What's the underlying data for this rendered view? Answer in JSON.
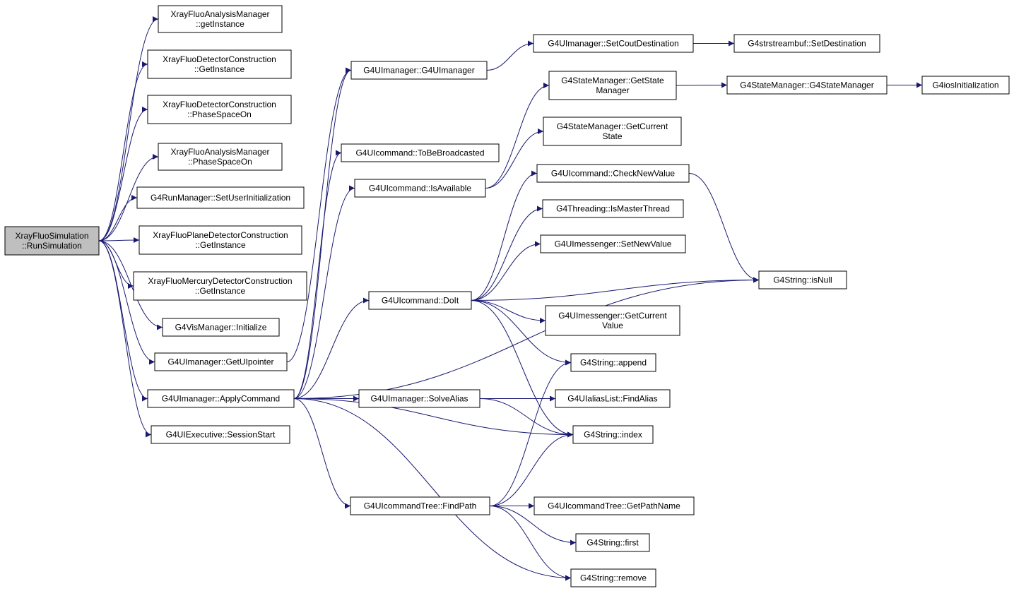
{
  "graph": {
    "root": "n0",
    "nodes": [
      {
        "id": "n0",
        "lines": [
          "XrayFluoSimulation",
          "::RunSimulation"
        ]
      },
      {
        "id": "n1",
        "lines": [
          "XrayFluoAnalysisManager",
          "::getInstance"
        ]
      },
      {
        "id": "n2",
        "lines": [
          "XrayFluoDetectorConstruction",
          "::GetInstance"
        ]
      },
      {
        "id": "n3",
        "lines": [
          "XrayFluoDetectorConstruction",
          "::PhaseSpaceOn"
        ]
      },
      {
        "id": "n4",
        "lines": [
          "XrayFluoAnalysisManager",
          "::PhaseSpaceOn"
        ]
      },
      {
        "id": "n5",
        "lines": [
          "G4RunManager::SetUserInitialization"
        ]
      },
      {
        "id": "n6",
        "lines": [
          "XrayFluoPlaneDetectorConstruction",
          "::GetInstance"
        ]
      },
      {
        "id": "n7",
        "lines": [
          "XrayFluoMercuryDetectorConstruction",
          "::GetInstance"
        ]
      },
      {
        "id": "n8",
        "lines": [
          "G4VisManager::Initialize"
        ]
      },
      {
        "id": "n9",
        "lines": [
          "G4UImanager::GetUIpointer"
        ]
      },
      {
        "id": "n10",
        "lines": [
          "G4UImanager::ApplyCommand"
        ]
      },
      {
        "id": "n11",
        "lines": [
          "G4UIExecutive::SessionStart"
        ]
      },
      {
        "id": "n12",
        "lines": [
          "G4UImanager::G4UImanager"
        ]
      },
      {
        "id": "n13",
        "lines": [
          "G4UIcommand::ToBeBroadcasted"
        ]
      },
      {
        "id": "n14",
        "lines": [
          "G4UIcommand::IsAvailable"
        ]
      },
      {
        "id": "n15",
        "lines": [
          "G4UIcommand::DoIt"
        ]
      },
      {
        "id": "n16",
        "lines": [
          "G4UImanager::SolveAlias"
        ]
      },
      {
        "id": "n17",
        "lines": [
          "G4UIcommandTree::FindPath"
        ]
      },
      {
        "id": "n18",
        "lines": [
          "G4UImanager::SetCoutDestination"
        ]
      },
      {
        "id": "n19",
        "lines": [
          "G4StateManager::GetState",
          "Manager"
        ]
      },
      {
        "id": "n20",
        "lines": [
          "G4StateManager::GetCurrent",
          "State"
        ]
      },
      {
        "id": "n21",
        "lines": [
          "G4UIcommand::CheckNewValue"
        ]
      },
      {
        "id": "n22",
        "lines": [
          "G4Threading::IsMasterThread"
        ]
      },
      {
        "id": "n23",
        "lines": [
          "G4UImessenger::SetNewValue"
        ]
      },
      {
        "id": "n24",
        "lines": [
          "G4UImessenger::GetCurrent",
          "Value"
        ]
      },
      {
        "id": "n25",
        "lines": [
          "G4String::append"
        ]
      },
      {
        "id": "n26",
        "lines": [
          "G4UIaliasList::FindAlias"
        ]
      },
      {
        "id": "n27",
        "lines": [
          "G4String::index"
        ]
      },
      {
        "id": "n28",
        "lines": [
          "G4UIcommandTree::GetPathName"
        ]
      },
      {
        "id": "n29",
        "lines": [
          "G4String::first"
        ]
      },
      {
        "id": "n30",
        "lines": [
          "G4String::remove"
        ]
      },
      {
        "id": "n31",
        "lines": [
          "G4strstreambuf::SetDestination"
        ]
      },
      {
        "id": "n32",
        "lines": [
          "G4StateManager::G4StateManager"
        ]
      },
      {
        "id": "n33",
        "lines": [
          "G4iosInitialization"
        ]
      },
      {
        "id": "n34",
        "lines": [
          "G4String::isNull"
        ]
      }
    ],
    "edges": [
      [
        "n0",
        "n1"
      ],
      [
        "n0",
        "n2"
      ],
      [
        "n0",
        "n3"
      ],
      [
        "n0",
        "n4"
      ],
      [
        "n0",
        "n5"
      ],
      [
        "n0",
        "n6"
      ],
      [
        "n0",
        "n7"
      ],
      [
        "n0",
        "n8"
      ],
      [
        "n0",
        "n9"
      ],
      [
        "n0",
        "n10"
      ],
      [
        "n0",
        "n11"
      ],
      [
        "n9",
        "n12"
      ],
      [
        "n10",
        "n12"
      ],
      [
        "n10",
        "n13"
      ],
      [
        "n10",
        "n14"
      ],
      [
        "n10",
        "n15"
      ],
      [
        "n10",
        "n16"
      ],
      [
        "n10",
        "n17"
      ],
      [
        "n10",
        "n27"
      ],
      [
        "n10",
        "n34"
      ],
      [
        "n10",
        "n30"
      ],
      [
        "n12",
        "n18"
      ],
      [
        "n18",
        "n31"
      ],
      [
        "n14",
        "n19"
      ],
      [
        "n14",
        "n20"
      ],
      [
        "n19",
        "n32"
      ],
      [
        "n32",
        "n33"
      ],
      [
        "n15",
        "n21"
      ],
      [
        "n15",
        "n22"
      ],
      [
        "n15",
        "n23"
      ],
      [
        "n15",
        "n34"
      ],
      [
        "n15",
        "n24"
      ],
      [
        "n15",
        "n25"
      ],
      [
        "n15",
        "n27"
      ],
      [
        "n21",
        "n34"
      ],
      [
        "n16",
        "n26"
      ],
      [
        "n16",
        "n27"
      ],
      [
        "n17",
        "n25"
      ],
      [
        "n17",
        "n27"
      ],
      [
        "n17",
        "n28"
      ],
      [
        "n17",
        "n29"
      ],
      [
        "n17",
        "n30"
      ]
    ]
  }
}
